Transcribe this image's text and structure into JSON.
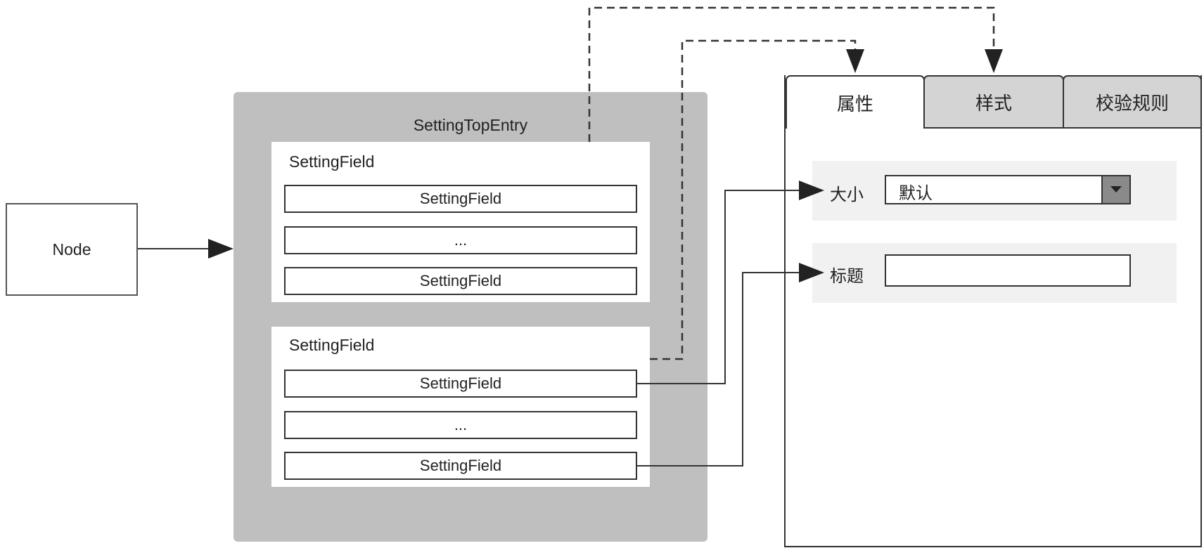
{
  "node": {
    "label": "Node"
  },
  "setting_top_entry": {
    "label": "SettingTopEntry",
    "groups": [
      {
        "label": "SettingField",
        "fields": [
          "SettingField",
          "...",
          "SettingField"
        ]
      },
      {
        "label": "SettingField",
        "fields": [
          "SettingField",
          "...",
          "SettingField"
        ]
      }
    ]
  },
  "panel": {
    "tabs": [
      "属性",
      "样式",
      "校验规则"
    ],
    "active_tab": "属性",
    "rows": [
      {
        "label": "大小",
        "control": "select",
        "value": "默认"
      },
      {
        "label": "标题",
        "control": "input",
        "value": ""
      }
    ]
  },
  "colors": {
    "outer_entry": "#bfbfbf",
    "inactive_tab": "#d4d4d4",
    "form_row": "#f1f1f1",
    "select_button": "#8a8a8a",
    "line": "#333333"
  }
}
